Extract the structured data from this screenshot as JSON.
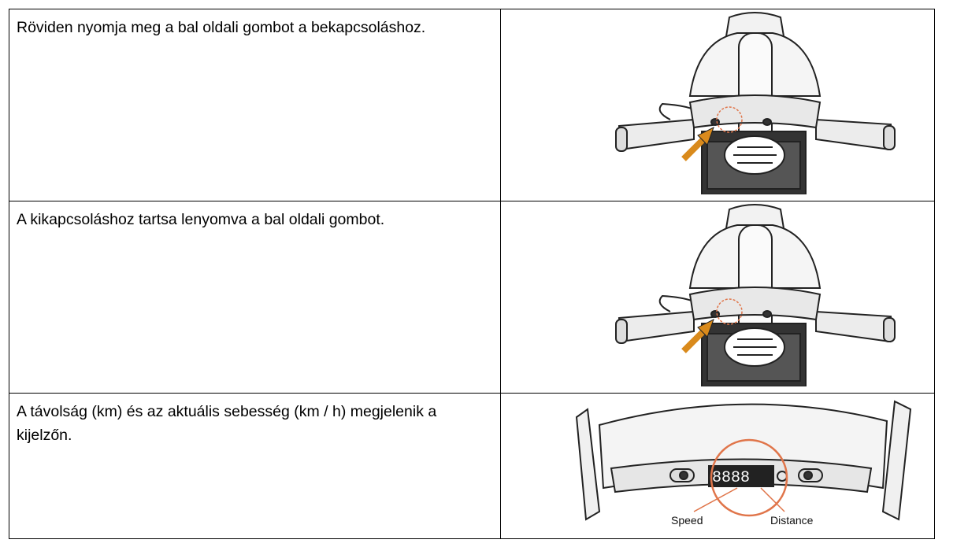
{
  "rows": [
    {
      "text": "Röviden nyomja meg a bal oldali gombot a bekapcsoláshoz.",
      "illustration": "scooter-handlebar-power-button-press"
    },
    {
      "text": "A kikapcsoláshoz tartsa lenyomva a bal oldali gombot.",
      "illustration": "scooter-handlebar-power-button-hold"
    },
    {
      "text": "A távolság (km) és az aktuális sebesség (km / h) megjelenik a kijelzőn.",
      "illustration": "scooter-display-closeup",
      "display": {
        "digits": "8888",
        "speed_label": "Speed",
        "distance_label": "Distance"
      }
    }
  ],
  "colors": {
    "arrow": "#d98a1c",
    "highlight_circle": "#e0754a",
    "line_art": "#222222"
  }
}
